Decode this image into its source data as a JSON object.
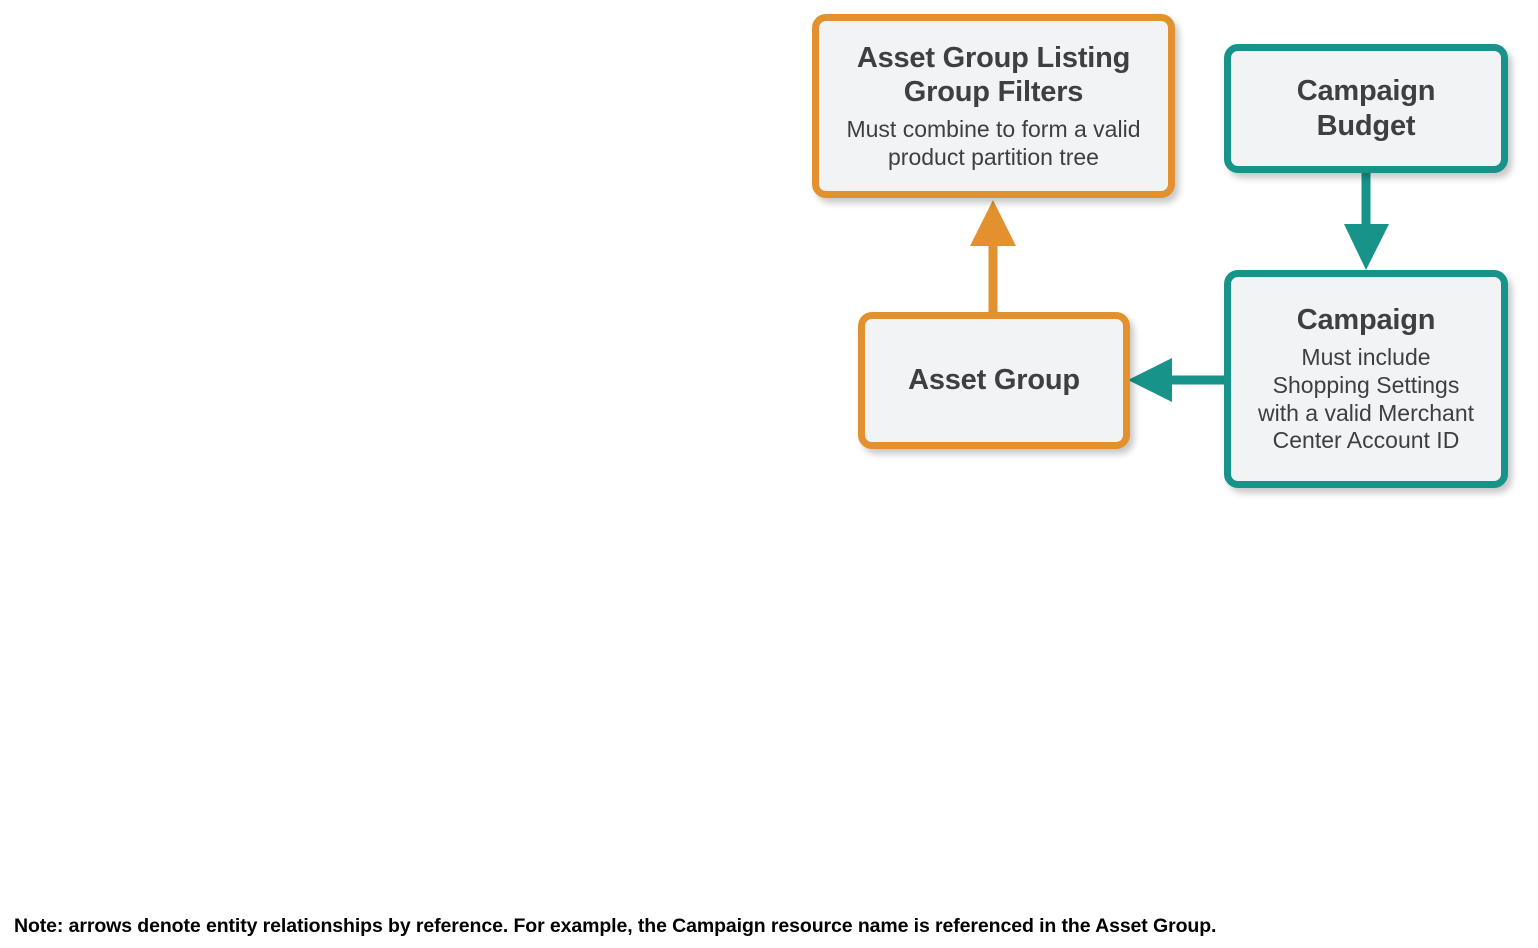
{
  "diagram": {
    "type": "entity-relationship",
    "background_color": "#FFFFFF",
    "palette": {
      "orange": "#E2912E",
      "teal": "#17938A",
      "node_fill": "#F1F3F4",
      "node_text": "#3C4043",
      "footnote_text": "#000000"
    },
    "nodes": [
      {
        "id": "asset-group-listing-group-filters",
        "title": "Asset Group Listing\nGroup Filters",
        "description": "Must combine to form a valid\nproduct partition tree",
        "color": "orange"
      },
      {
        "id": "campaign-budget",
        "title": "Campaign\nBudget",
        "description": "",
        "color": "teal"
      },
      {
        "id": "asset-group",
        "title": "Asset Group",
        "description": "",
        "color": "orange"
      },
      {
        "id": "campaign",
        "title": "Campaign",
        "description": "Must include\nShopping Settings\nwith a valid Merchant\nCenter Account ID",
        "color": "teal"
      }
    ],
    "edges": [
      {
        "id": "asset-group-to-listing-group-filters",
        "from": "asset-group",
        "to": "asset-group-listing-group-filters",
        "direction": "up",
        "color": "orange"
      },
      {
        "id": "campaign-budget-to-campaign",
        "from": "campaign-budget",
        "to": "campaign",
        "direction": "down",
        "color": "teal"
      },
      {
        "id": "campaign-to-asset-group",
        "from": "campaign",
        "to": "asset-group",
        "direction": "left",
        "color": "teal"
      }
    ],
    "footnote": "Note: arrows denote entity relationships by reference. For example, the Campaign resource name is referenced in the Asset Group."
  }
}
